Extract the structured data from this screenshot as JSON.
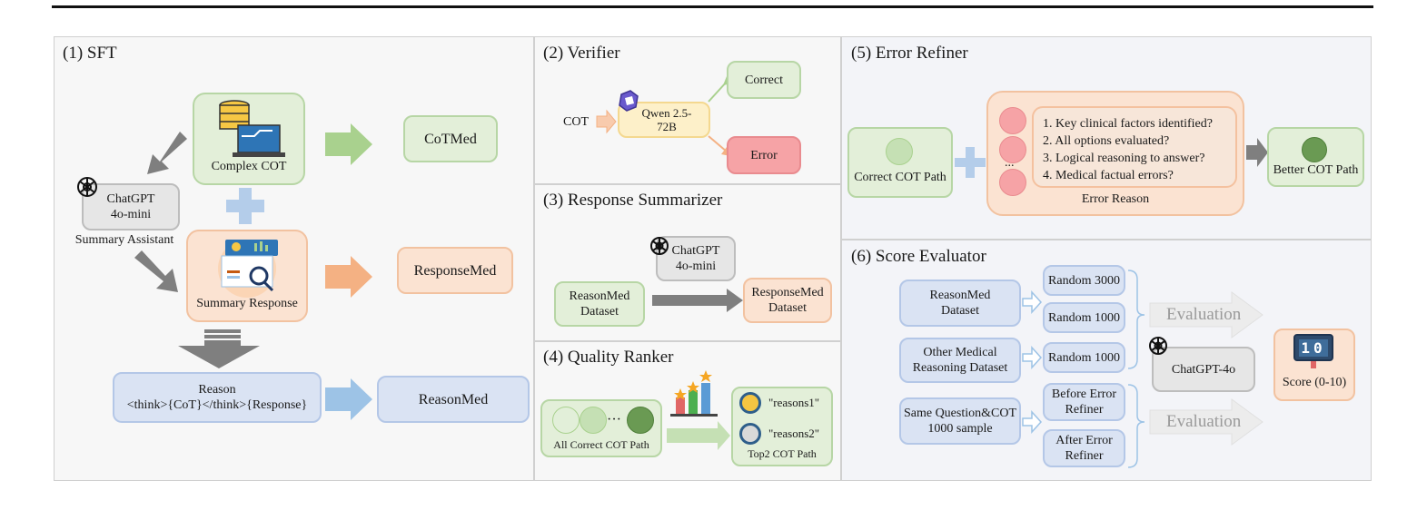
{
  "panels": {
    "sft": {
      "title": "(1) SFT"
    },
    "verifier": {
      "title": "(2) Verifier"
    },
    "summarizer": {
      "title": "(3) Response Summarizer"
    },
    "ranker": {
      "title": "(4) Quality Ranker"
    },
    "refiner": {
      "title": "(5) Error Refiner"
    },
    "evaluator": {
      "title": "(6) Score Evaluator"
    }
  },
  "sft": {
    "complex_cot": "Complex COT",
    "chatgpt_line1": "ChatGPT",
    "chatgpt_line2": "4o-mini",
    "summary_assistant": "Summary Assistant",
    "summary_response": "Summary Response",
    "cotmed": "CoTMed",
    "responsemed": "ResponseMed",
    "reason_line1": "Reason",
    "reason_line2": "<think>{CoT}</think>{Response}",
    "reasonmed": "ReasonMed"
  },
  "verifier": {
    "cot": "COT",
    "qwen_line1": "Qwen 2.5-",
    "qwen_line2": "72B",
    "correct": "Correct",
    "error": "Error"
  },
  "summarizer": {
    "chatgpt_line1": "ChatGPT",
    "chatgpt_line2": "4o-mini",
    "reasonmed_line1": "ReasonMed",
    "reasonmed_line2": "Dataset",
    "responsemed_line1": "ResponseMed",
    "responsemed_line2": "Dataset"
  },
  "ranker": {
    "all_correct": "All Correct COT Path",
    "ellipsis": "···",
    "reasons1": "\"reasons1\"",
    "reasons2": "\"reasons2\"",
    "top2": "Top2 COT Path"
  },
  "refiner": {
    "correct_cot": "Correct COT Path",
    "criteria": [
      "1. Key clinical factors identified?",
      "2. All options evaluated?",
      "3. Logical reasoning to answer?",
      "4. Medical factual errors?"
    ],
    "error_reason": "Error Reason",
    "better_cot": "Better COT Path",
    "dots": "..."
  },
  "evaluator": {
    "reasonmed_line1": "ReasonMed",
    "reasonmed_line2": "Dataset",
    "other_line1": "Other Medical",
    "other_line2": "Reasoning Dataset",
    "same_line1": "Same Question&COT",
    "same_line2": "1000 sample",
    "random3000": "Random 3000",
    "random1000a": "Random 1000",
    "random1000b": "Random 1000",
    "before_line1": "Before Error",
    "before_line2": "Refiner",
    "after_line1": "After Error",
    "after_line2": "Refiner",
    "evaluation1": "Evaluation",
    "evaluation2": "Evaluation",
    "chatgpt4o": "ChatGPT-4o",
    "score": "Score (0-10)",
    "score_digits": "10"
  }
}
